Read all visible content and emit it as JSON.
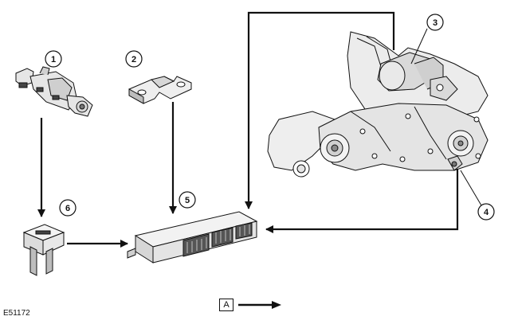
{
  "callouts": {
    "c1": "1",
    "c2": "2",
    "c3": "3",
    "c4": "4",
    "c5": "5",
    "c6": "6"
  },
  "reference_code": "E51172",
  "legend": {
    "label": "A"
  },
  "colors": {
    "line": "#111111",
    "shade": "#e2e2e2",
    "dark": "#555555",
    "background": "#ffffff"
  }
}
